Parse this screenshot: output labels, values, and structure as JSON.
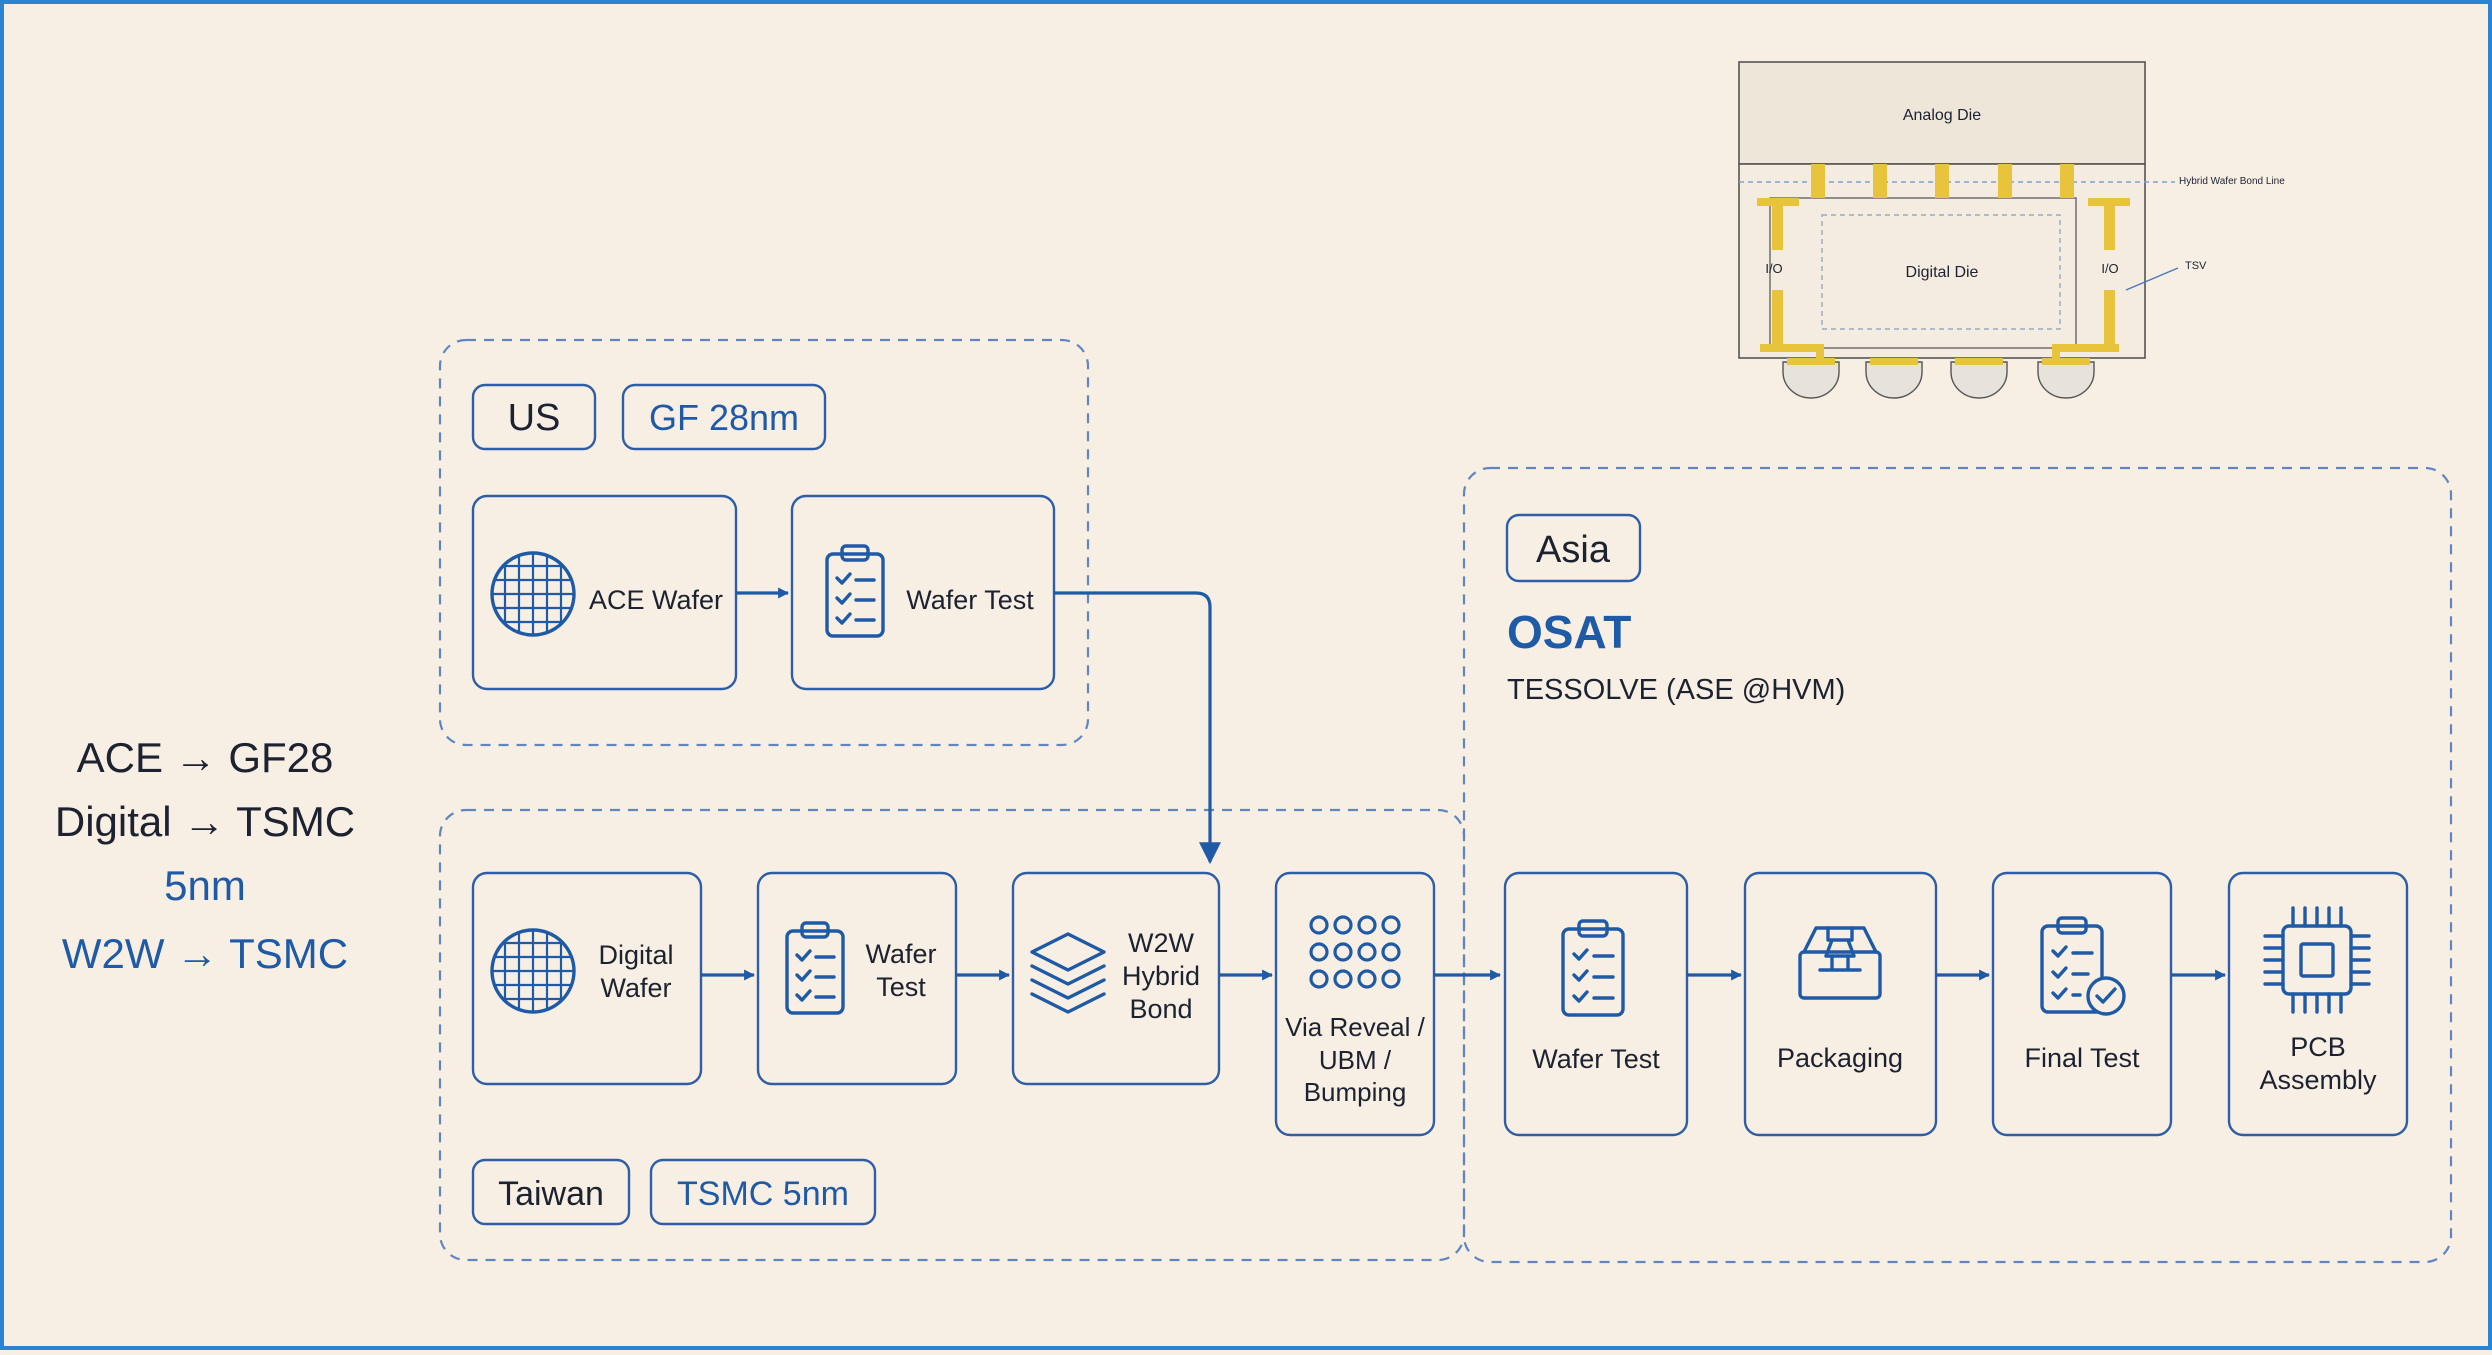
{
  "summary": {
    "line1": "ACE → GF28",
    "line2": "Digital → TSMC",
    "line3": "5nm",
    "line4": "W2W → TSMC"
  },
  "us_region": {
    "region": "US",
    "fab": "GF 28nm",
    "steps": [
      "ACE Wafer",
      "Wafer Test"
    ]
  },
  "taiwan_region": {
    "region": "Taiwan",
    "fab": "TSMC 5nm",
    "steps": [
      {
        "l1": "Digital",
        "l2": "Wafer"
      },
      {
        "l1": "Wafer",
        "l2": "Test"
      },
      {
        "l1": "W2W",
        "l2": "Hybrid",
        "l3": "Bond"
      },
      {
        "l1": "Via Reveal /",
        "l2": "UBM /",
        "l3": "Bumping"
      }
    ]
  },
  "asia_region": {
    "region": "Asia",
    "title": "OSAT",
    "subtitle": "TESSOLVE (ASE @HVM)",
    "steps": [
      {
        "l1": "Wafer Test"
      },
      {
        "l1": "Packaging"
      },
      {
        "l1": "Final Test"
      },
      {
        "l1": "PCB",
        "l2": "Assembly"
      }
    ]
  },
  "cross_section": {
    "analog_die": "Analog Die",
    "digital_die": "Digital Die",
    "io_left": "I/O",
    "io_right": "I/O",
    "bond_line": "Hybrid Wafer Bond Line",
    "tsv": "TSV"
  },
  "colors": {
    "accent": "#1f5aa6",
    "background": "#f8efe4",
    "frame": "#2a84d2",
    "metal": "#e8c33c"
  },
  "icons": [
    "wafer-icon",
    "clipboard-checklist-icon",
    "stacked-layers-icon",
    "bump-dots-icon",
    "package-box-icon",
    "clipboard-check-icon",
    "chip-icon"
  ]
}
